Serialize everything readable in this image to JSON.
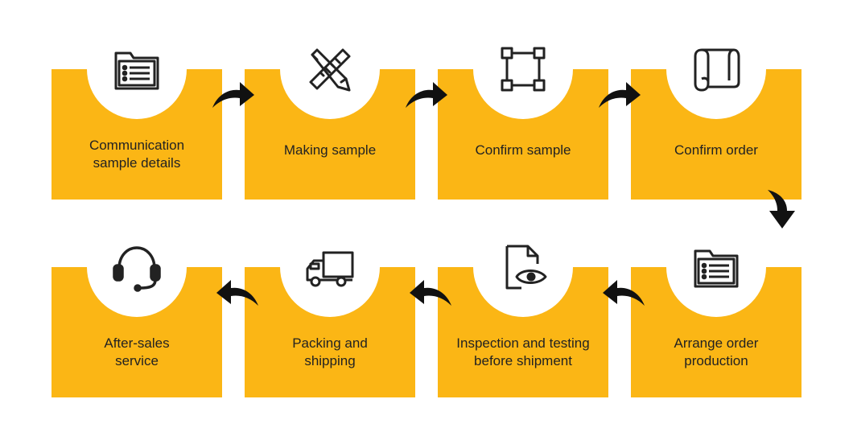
{
  "steps": [
    {
      "label": "Communication\nsample details",
      "icon": "document-list-icon"
    },
    {
      "label": "Making sample",
      "icon": "pencil-ruler-icon"
    },
    {
      "label": "Confirm sample",
      "icon": "vector-square-icon"
    },
    {
      "label": "Confirm order",
      "icon": "scroll-icon"
    },
    {
      "label": "Arrange order\nproduction",
      "icon": "document-list-icon"
    },
    {
      "label": "Inspection and testing\nbefore shipment",
      "icon": "file-eye-icon"
    },
    {
      "label": "Packing and\nshipping",
      "icon": "truck-icon"
    },
    {
      "label": "After-sales\nservice",
      "icon": "headset-icon"
    }
  ],
  "colors": {
    "card": "#FBB615",
    "icon": "#222222",
    "arrow": "#111111"
  }
}
